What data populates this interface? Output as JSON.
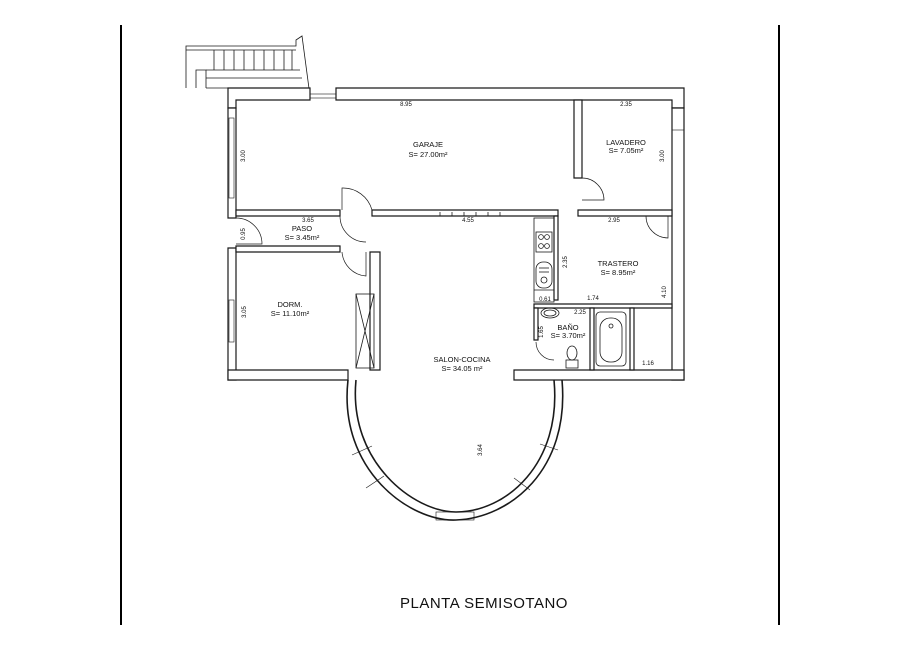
{
  "title": "PLANTA SEMISOTANO",
  "rooms": {
    "garaje": {
      "name": "GARAJE",
      "area": "S= 27.00m²"
    },
    "lavadero": {
      "name": "LAVADERO",
      "area": "S= 7.05m²"
    },
    "paso": {
      "name": "PASO",
      "area": "S= 3.45m²"
    },
    "trastero": {
      "name": "TRASTERO",
      "area": "S= 8.95m²"
    },
    "dorm": {
      "name": "DORM.",
      "area": "S= 11.10m²"
    },
    "bano": {
      "name": "BAÑO",
      "area": "S= 3.70m²"
    },
    "salon": {
      "name": "SALON-COCINA",
      "area": "S= 34.05 m²"
    }
  },
  "dimensions": {
    "garaje_width": "8.95",
    "lavadero_width": "2.35",
    "garaje_height": "3.00",
    "lavadero_height": "3.00",
    "paso_width": "3.65",
    "corridor_width": "4.55",
    "trastero_width": "2.95",
    "paso_height": "0.95",
    "trastero_depth": "2.35",
    "dorm_height": "3.05",
    "counter": "0.61",
    "bano_width": "1.74",
    "bano_depth": "2.25",
    "right_height": "4.10",
    "bano_side": "1.65",
    "closet": "1.16",
    "salon_radius": "3.64"
  },
  "colors": {
    "line": "#1a1a1a",
    "background": "#ffffff"
  }
}
